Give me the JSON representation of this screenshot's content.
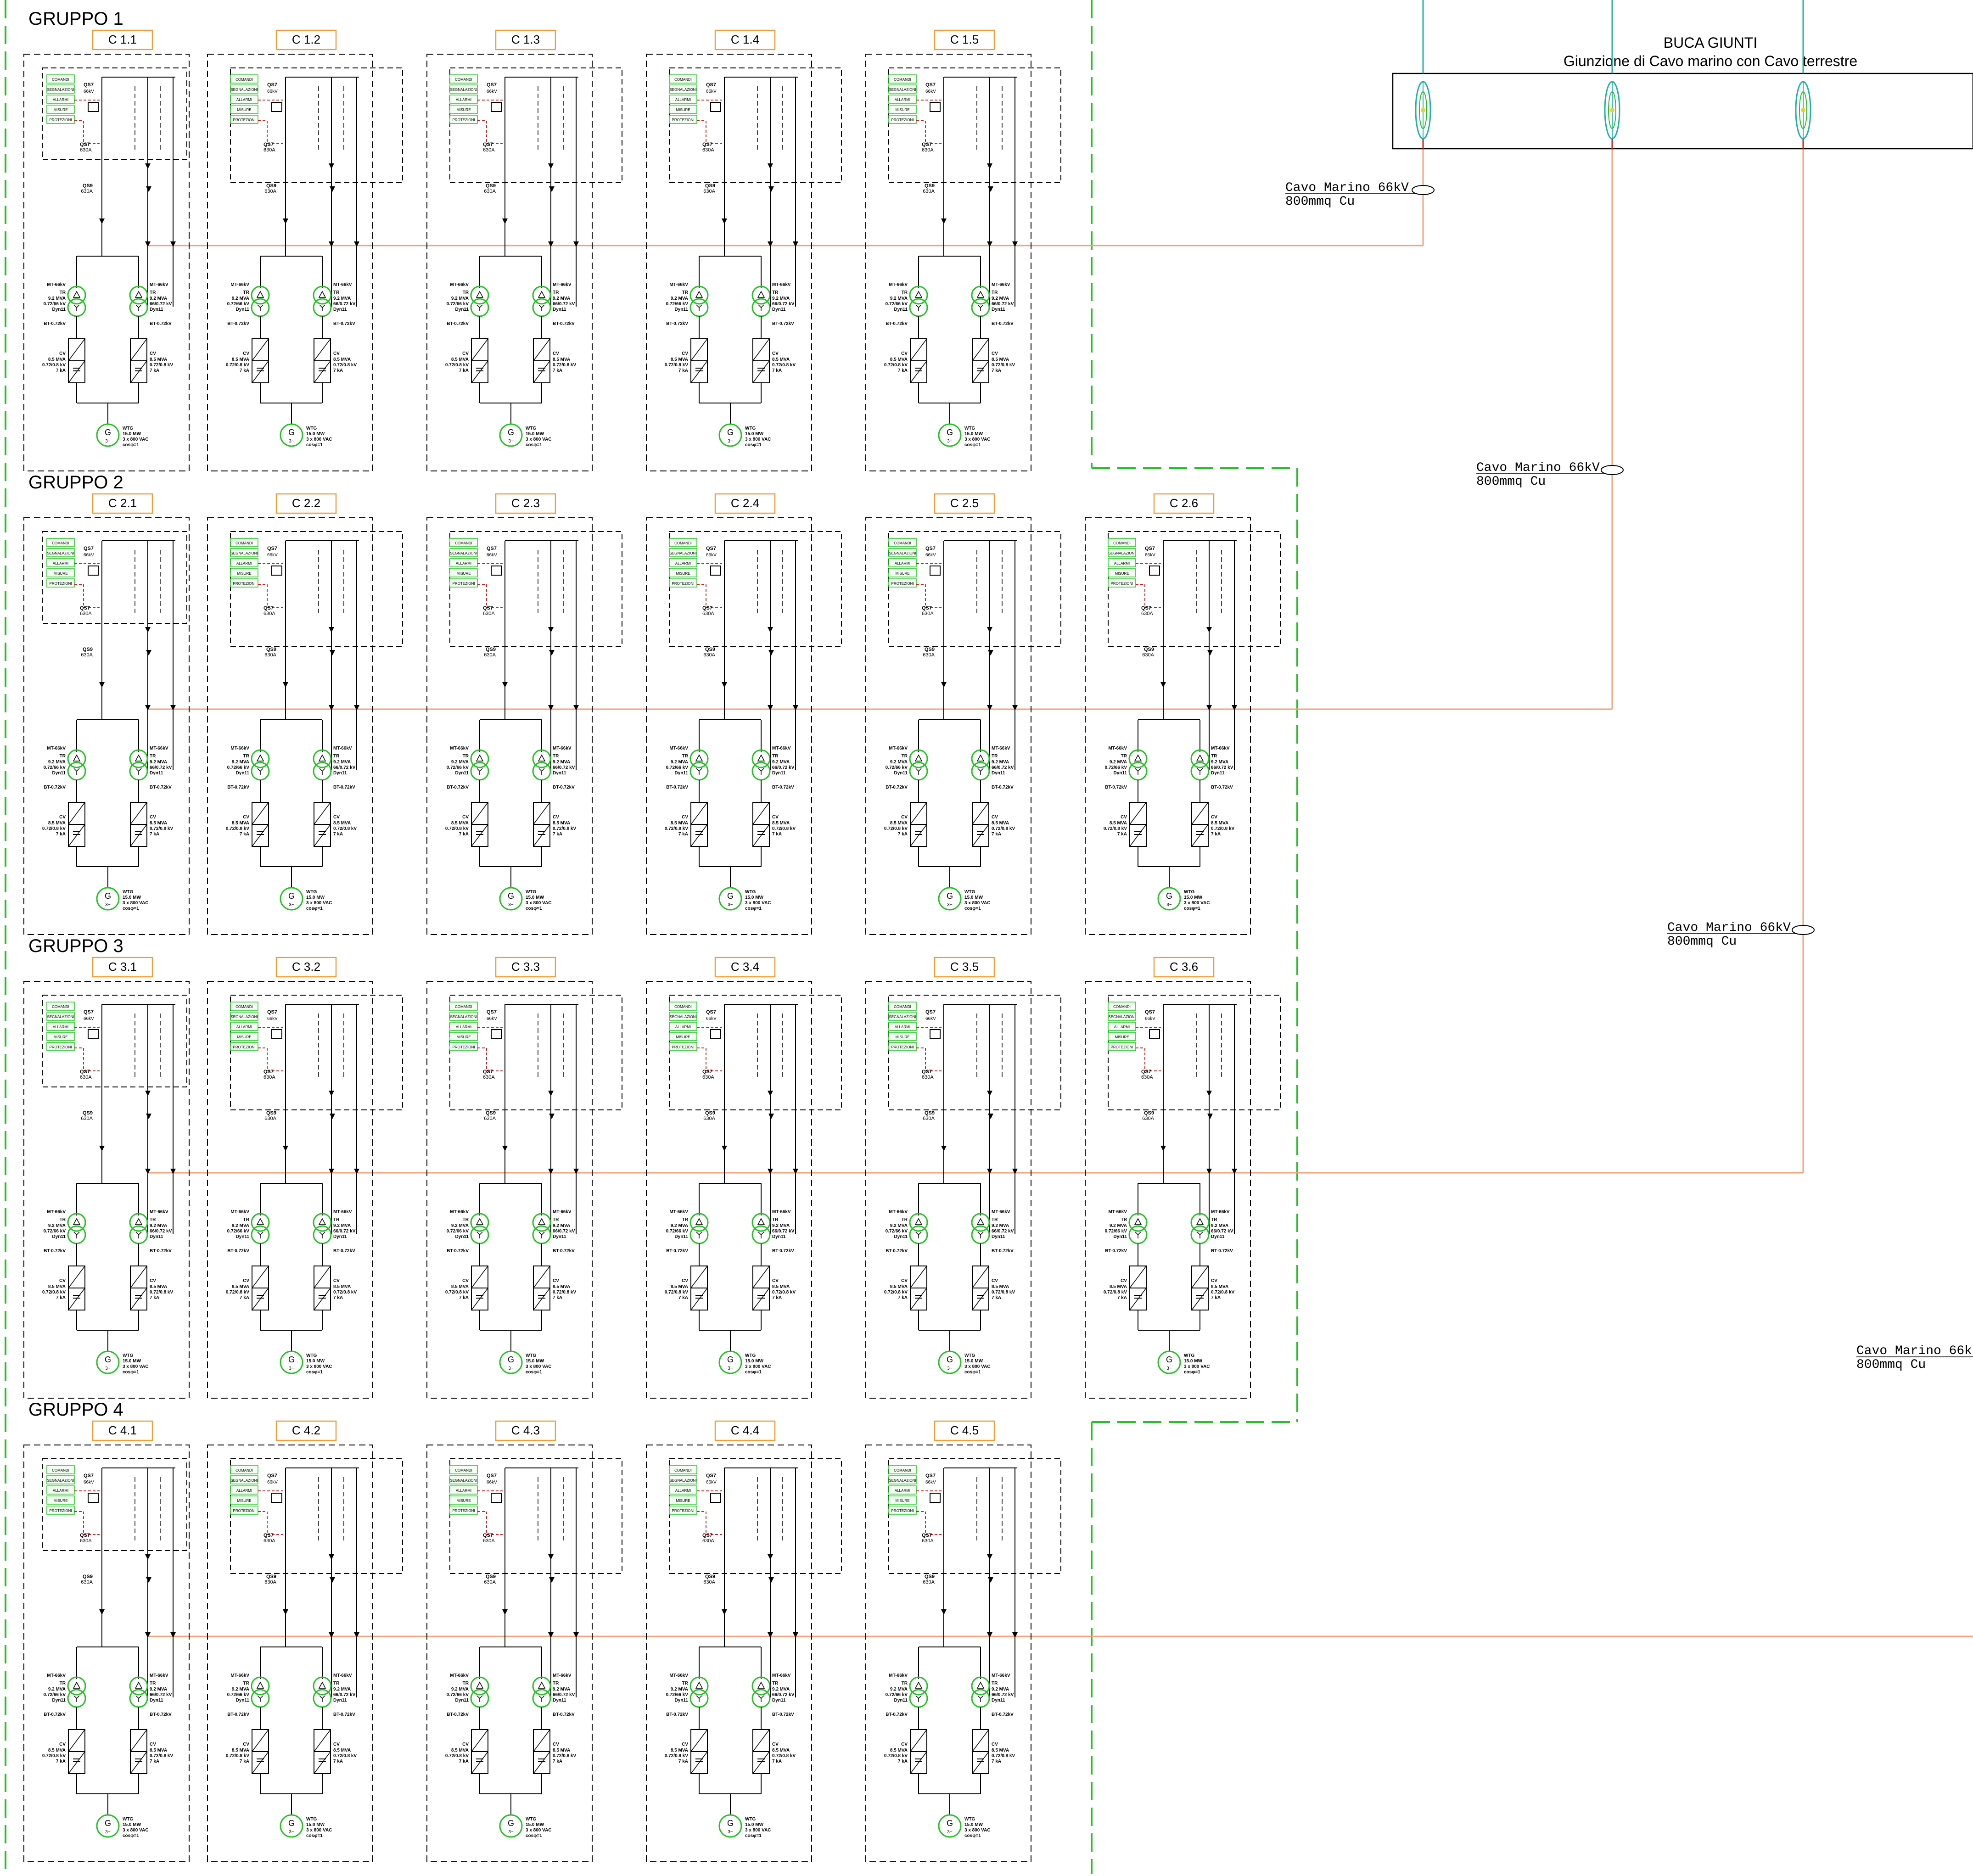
{
  "diagram": {
    "colors": {
      "black": "#000000",
      "orange": "#f4a27a",
      "green": "#22c322",
      "teal": "#20b2aa",
      "red": "#cc2222",
      "gray": "#9a9a9a",
      "boxOrange": "#f39c3a"
    },
    "junction": {
      "title": "BUCA GIUNTI",
      "subtitle": "Giunzione di Cavo marino con Cavo terrestre"
    },
    "cables": [
      {
        "name": "Cavo Marino 66kV",
        "spec": "800mmq Cu"
      },
      {
        "name": "Cavo Marino 66kV",
        "spec": "800mmq Cu"
      },
      {
        "name": "Cavo Marino 66kV",
        "spec": "800mmq Cu"
      },
      {
        "name": "Cavo Marino 66k",
        "spec": "800mmq Cu"
      }
    ],
    "groups": [
      {
        "title": "GRUPPO 1",
        "cells": [
          "C 1.1",
          "C 1.2",
          "C 1.3",
          "C 1.4",
          "C 1.5"
        ]
      },
      {
        "title": "GRUPPO 2",
        "cells": [
          "C 2.1",
          "C 2.2",
          "C 2.3",
          "C 2.4",
          "C 2.5",
          "C 2.6"
        ]
      },
      {
        "title": "GRUPPO 3",
        "cells": [
          "C 3.1",
          "C 3.2",
          "C 3.3",
          "C 3.4",
          "C 3.5",
          "C 3.6"
        ]
      },
      {
        "title": "GRUPPO 4",
        "cells": [
          "C 4.1",
          "C 4.2",
          "C 4.3",
          "C 4.4",
          "C 4.5"
        ]
      }
    ],
    "cell": {
      "breaker": {
        "id": "QS9",
        "rating": "630A"
      },
      "breakerTop": {
        "id": "QS7",
        "rating": "630A"
      },
      "transformerTag": "TR",
      "mtLabel": "MT-66kV",
      "btLabel": "BT-0.72kV",
      "trLeft": [
        "9.2 MVA",
        "0.72/66 kV",
        "Dyn11"
      ],
      "trRight": [
        "9.2 MVA",
        "66/0.72 kV",
        "Dyn11"
      ],
      "cvTag": "CV",
      "cvSpec": [
        "8.5 MVA",
        "0.72/0.8 kV",
        "7 kA"
      ],
      "genSymbol": "G",
      "genPhase": "3~",
      "wtgTag": "WTG",
      "wtgSpec": [
        "15.0 MW",
        "3 x 800 VAC",
        "cosφ=1"
      ],
      "controlPanel": [
        "COMANDI",
        "SEGNALAZIONI",
        "ALLARMI",
        "MISURE",
        "PROTEZIONI"
      ]
    }
  }
}
